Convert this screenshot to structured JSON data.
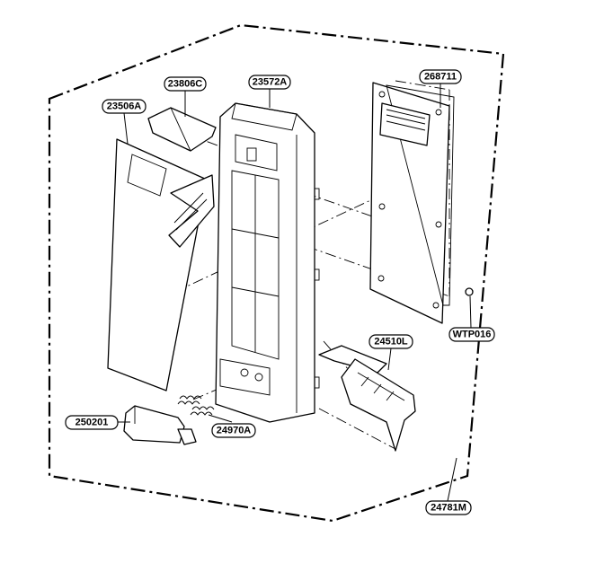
{
  "callouts": {
    "c23806c": "23806C",
    "c23572a": "23572A",
    "c268711": "268711",
    "c23506a": "23506A",
    "c24510l": "24510L",
    "cwtp016": "WTP016",
    "c250201": "250201",
    "c24970a": "24970A",
    "c24781m": "24781M"
  }
}
